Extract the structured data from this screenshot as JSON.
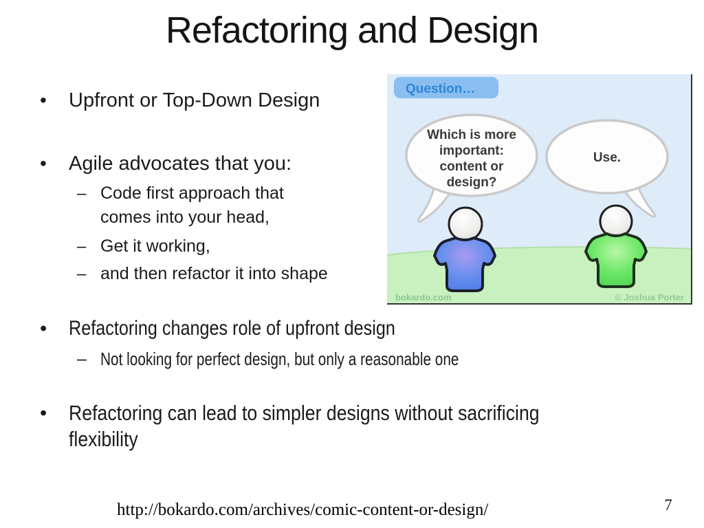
{
  "slide": {
    "title": "Refactoring and Design",
    "bullets": [
      {
        "level": 1,
        "marker": "•",
        "lines": [
          "Upfront or Top-Down Design"
        ]
      },
      {
        "level": 1,
        "marker": "•",
        "lines": [
          "Agile advocates that you:"
        ]
      },
      {
        "level": 2,
        "marker": "–",
        "lines": [
          "Code first approach that",
          "comes into your head,"
        ]
      },
      {
        "level": 2,
        "marker": "–",
        "lines": [
          "Get it working,"
        ]
      },
      {
        "level": 2,
        "marker": "–",
        "lines": [
          "and then refactor it into shape"
        ]
      },
      {
        "level": 1,
        "marker": "•",
        "lines": [
          "Refactoring changes role of upfront design"
        ]
      },
      {
        "level": 2,
        "marker": "–",
        "lines": [
          "Not looking for perfect design, but only a reasonable one"
        ]
      },
      {
        "level": 1,
        "marker": "•",
        "lines": [
          "Refactoring can lead to simpler designs without sacrificing",
          "flexibility"
        ]
      }
    ],
    "footer": {
      "url": "http://bokardo.com/archives/comic-content-or-design/",
      "page_number": "7"
    }
  },
  "comic": {
    "tab_label": "Question…",
    "left_bubble_lines": [
      "Which is more",
      "important:",
      "content or",
      "design?"
    ],
    "right_bubble_text": "Use.",
    "credit_left": "bokardo.com",
    "credit_right": "© Joshua Porter",
    "colors": {
      "sky": "#deebf9",
      "tab_fill": "#8abef0",
      "tab_text": "#2e86d8",
      "grass": "#c9f1c0",
      "grass_edge": "#b2e0a8",
      "bubble_fill": "#fdfdfd",
      "bubble_border": "#c9c9c9",
      "bubble_text": "#3a3a3a",
      "shirt_blue": "#5b8bef",
      "shirt_green": "#5fe05f",
      "credit_green": "#8cc88c"
    }
  }
}
